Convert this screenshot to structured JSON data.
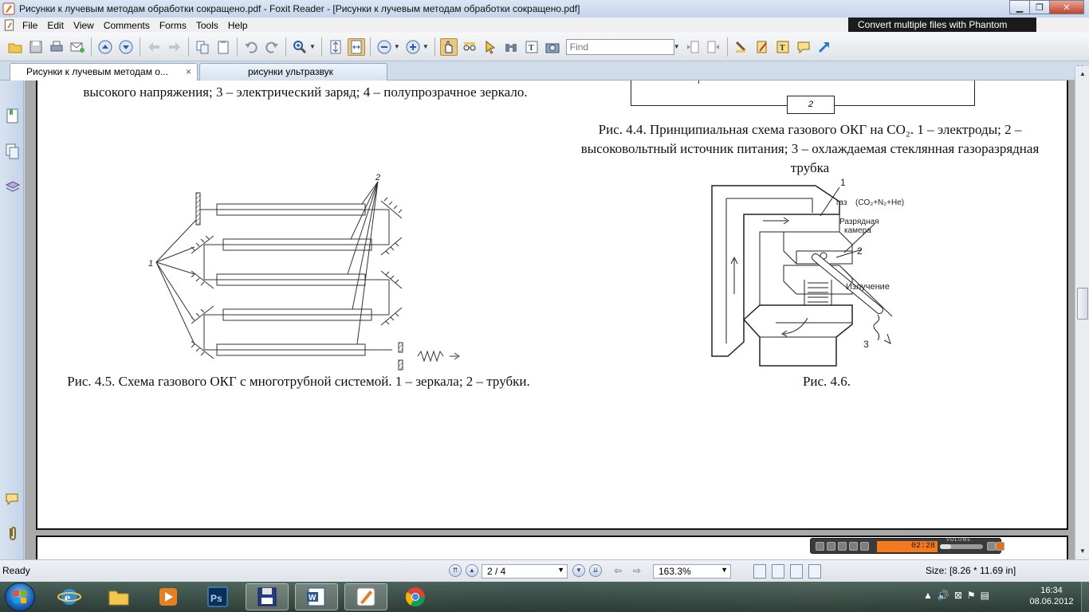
{
  "window": {
    "title": "Рисунки к лучевым методам обработки сокращено.pdf - Foxit Reader - [Рисунки к лучевым методам обработки сокращено.pdf]"
  },
  "menu": {
    "items": [
      "File",
      "Edit",
      "View",
      "Comments",
      "Forms",
      "Tools",
      "Help"
    ],
    "banner": "Convert multiple files with Phantom"
  },
  "toolbar": {
    "find_placeholder": "Find"
  },
  "tabs": [
    {
      "label": "Рисунки к лучевым методам о...",
      "close": "×"
    },
    {
      "label": "рисунки ультразвук"
    }
  ],
  "document": {
    "top_left_caption": "высокого напряжения; 3 – электрический заряд; 4 – полупрозрачное зеркало.",
    "fig44_caption": "Рис. 4.4. Принципиальная схема газового ОКГ на CO₂. 1 – электроды; 2 – высоковольтный источник питания; 3 – охлаждаемая стеклянная газоразрядная трубка",
    "fig44_box_label": "2",
    "fig45_caption": "Рис. 4.5. Схема газового ОКГ с многотрубной системой. 1 – зеркала; 2 – трубки.",
    "fig45_labels": {
      "mirrors": "1",
      "tubes": "2"
    },
    "fig46_caption": "Рис. 4.6.",
    "fig46_labels": {
      "one": "1",
      "gas_prefix": "газ",
      "gas": "(CO₂+N₂+He)",
      "chamber_line1": "Разрядная",
      "chamber_line2": "камера",
      "two": "2",
      "radiation": "Излучение",
      "three": "3"
    }
  },
  "player": {
    "time": "02:28",
    "volume_label": "VOLUME",
    "volume_fraction": 0.25
  },
  "statusbar": {
    "ready": "Ready",
    "page": "2 / 4",
    "zoom": "163.3%",
    "size": "Size: [8.26 * 11.69 in]"
  },
  "taskbar": {
    "time": "16:34",
    "date": "08.06.2012"
  },
  "colors": {
    "accent": "#1a5fb4",
    "player_display": "#f37a1d"
  }
}
